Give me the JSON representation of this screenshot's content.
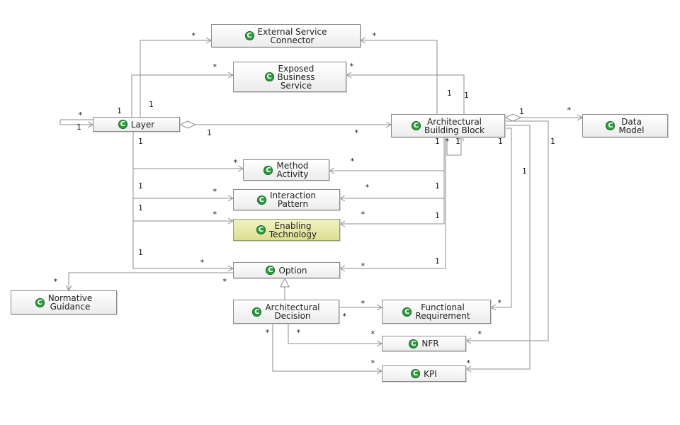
{
  "icon_letter": "C",
  "icon_color": "#2e9a3e",
  "highlight_color": "#dcdf90",
  "classes": {
    "external_service_connector": "External Service\nConnector",
    "exposed_business_service": "Exposed\nBusiness\nService",
    "layer": "Layer",
    "architectural_building_block": "Architectural\nBuilding Block",
    "data_model": "Data\nModel",
    "method_activity": "Method\nActivity",
    "interaction_pattern": "Interaction\nPattern",
    "enabling_technology": "Enabling\nTechnology",
    "option": "Option",
    "normative_guidance": "Normative\nGuidance",
    "architectural_decision": "Architectural\nDecision",
    "functional_requirement": "Functional\nRequirement",
    "nfr": "NFR",
    "kpi": "KPI"
  },
  "multiplicities": {
    "many": "*",
    "one": "1"
  }
}
